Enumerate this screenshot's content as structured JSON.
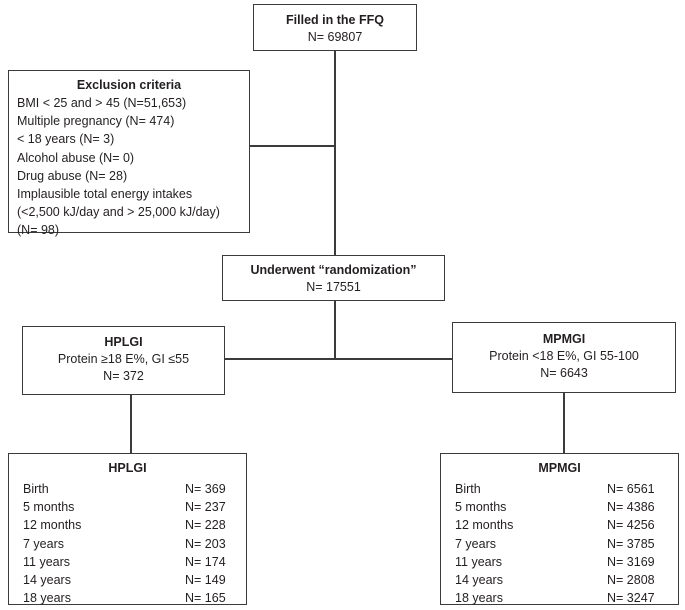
{
  "flowchart": {
    "ffq": {
      "title": "Filled in the FFQ",
      "n": "N= 69807"
    },
    "exclusion": {
      "title": "Exclusion criteria",
      "criteria": [
        "BMI < 25 and > 45 (N=51,653)",
        "Multiple pregnancy (N= 474)",
        "< 18 years (N= 3)",
        "Alcohol abuse (N= 0)",
        "Drug abuse (N= 28)",
        "Implausible total energy intakes",
        "(<2,500 kJ/day and > 25,000 kJ/day)",
        "(N= 98)"
      ]
    },
    "randomization": {
      "title": "Underwent “randomization”",
      "n": "N= 17551"
    },
    "hplgi_group": {
      "title": "HPLGI",
      "criteria": "Protein ≥18 E%, GI ≤55",
      "n": "N= 372"
    },
    "mpmgi_group": {
      "title": "MPMGI",
      "criteria": "Protein <18 E%, GI 55-100",
      "n": "N= 6643"
    },
    "hplgi_followup": {
      "title": "HPLGI",
      "rows": [
        {
          "label": "Birth",
          "value": "N= 369"
        },
        {
          "label": "5 months",
          "value": "N= 237"
        },
        {
          "label": "12 months",
          "value": "N= 228"
        },
        {
          "label": "7 years",
          "value": "N= 203"
        },
        {
          "label": "11 years",
          "value": "N= 174"
        },
        {
          "label": "14 years",
          "value": "N= 149"
        },
        {
          "label": "18 years",
          "value": "N= 165"
        }
      ]
    },
    "mpmgi_followup": {
      "title": "MPMGI",
      "rows": [
        {
          "label": "Birth",
          "value": "N= 6561"
        },
        {
          "label": "5 months",
          "value": "N= 4386"
        },
        {
          "label": "12 months",
          "value": "N= 4256"
        },
        {
          "label": "7 years",
          "value": "N= 3785"
        },
        {
          "label": "11 years",
          "value": "N= 3169"
        },
        {
          "label": "14 years",
          "value": "N= 2808"
        },
        {
          "label": "18 years",
          "value": "N= 3247"
        }
      ]
    }
  },
  "colors": {
    "border": "#3b3b3b",
    "text": "#231f20",
    "background": "#ffffff"
  }
}
